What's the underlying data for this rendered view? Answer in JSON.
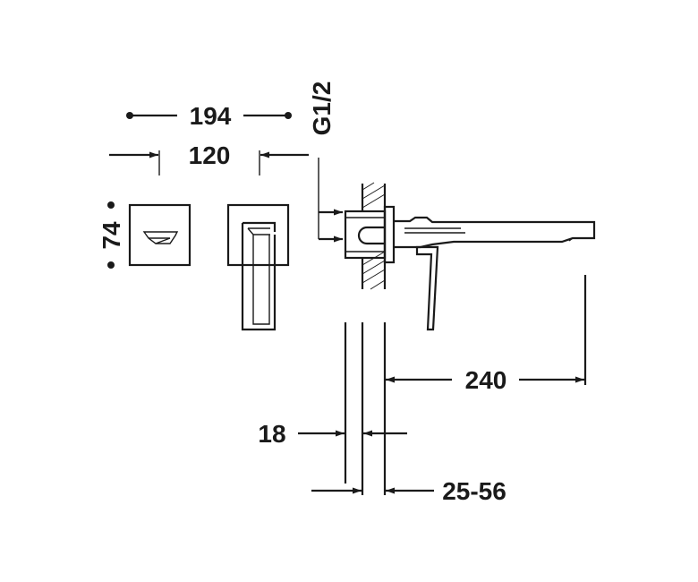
{
  "dimensions": {
    "overall_width": "194",
    "spout_plate_width": "120",
    "plate_height": "74",
    "connection": "G1/2",
    "spout_projection": "240",
    "wall_offset": "18",
    "wall_depth_range": "25-56"
  },
  "colors": {
    "line": "#1a1a1a",
    "background": "#ffffff"
  }
}
